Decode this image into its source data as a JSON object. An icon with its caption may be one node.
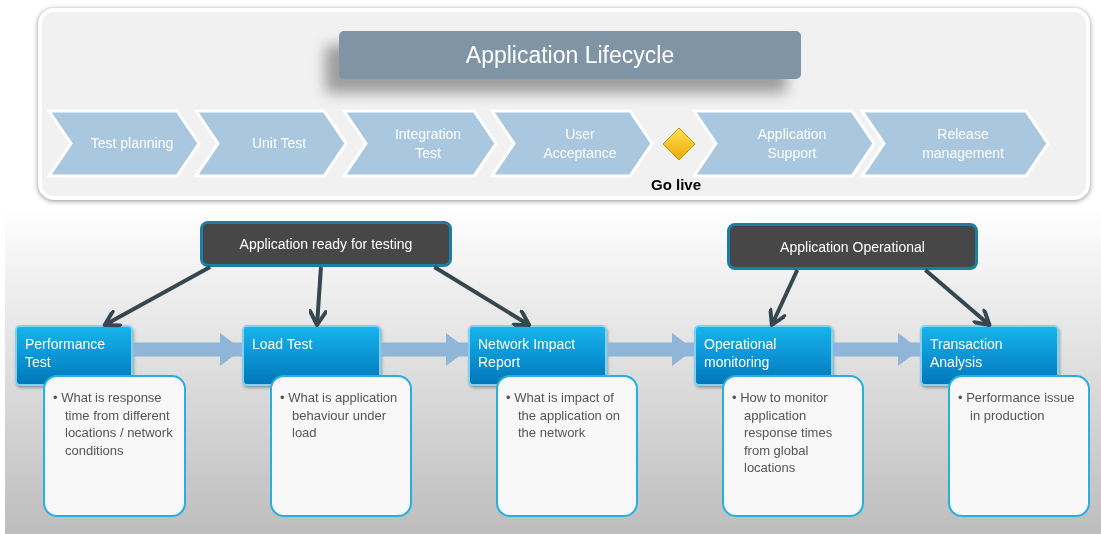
{
  "diagram": {
    "nodes": [
      {
        "text": [],
        "shape": "box"
      },
      {
        "text": [
          "Application Lifecycle"
        ],
        "in": 0
      },
      {
        "text": [
          "Test planning"
        ],
        "in": 0
      },
      {
        "text": [
          "Unit Test"
        ],
        "in": 0
      },
      {
        "text": [
          "Integration Test"
        ],
        "in": 0
      },
      {
        "text": [
          "User Acceptance"
        ],
        "in": 0
      },
      {
        "text": [],
        "shape": "diamond",
        "in": 0
      },
      {
        "text": [
          "Application Support"
        ],
        "in": 0
      },
      {
        "text": [
          "Release management"
        ],
        "in": 0
      },
      {
        "text": [
          "Application ready for testing"
        ]
      },
      {
        "text": [
          "Application Operational"
        ]
      },
      {
        "text": [
          "Performance Test"
        ]
      },
      {
        "text": [
          "• What is response time from different locations / network conditions"
        ]
      },
      {
        "text": [
          "Load Test"
        ]
      },
      {
        "text": [
          "• What is application behaviour under load"
        ]
      },
      {
        "text": [
          "Network Impact Report"
        ]
      },
      {
        "text": [
          "• What is impact of the application on the network"
        ]
      },
      {
        "text": [
          "Operational monitoring"
        ]
      },
      {
        "text": [
          "• How to monitor application response times from global locations"
        ]
      },
      {
        "text": [
          "Transaction Analysis"
        ]
      },
      {
        "text": [
          "• Performance issue in production"
        ]
      }
    ],
    "labels": [
      "Go live"
    ],
    "edges": [
      {
        "from": 9,
        "to": 11,
        "arrow": "to"
      },
      {
        "from": 9,
        "to": 13,
        "arrow": "to"
      },
      {
        "from": 9,
        "to": 15,
        "arrow": "to"
      },
      {
        "from": 10,
        "to": 17,
        "arrow": "to"
      },
      {
        "from": 10,
        "to": 19,
        "arrow": "to"
      },
      {
        "from": 11,
        "to": 13,
        "arrow": "to",
        "style": "thick",
        "color": "#8fb6d8"
      },
      {
        "from": 13,
        "to": 15,
        "arrow": "to",
        "style": "thick",
        "color": "#8fb6d8"
      },
      {
        "from": 15,
        "to": 17,
        "arrow": "to",
        "style": "thick",
        "color": "#8fb6d8"
      },
      {
        "from": 17,
        "to": 19,
        "arrow": "to",
        "style": "thick",
        "color": "#8fb6d8"
      }
    ]
  }
}
